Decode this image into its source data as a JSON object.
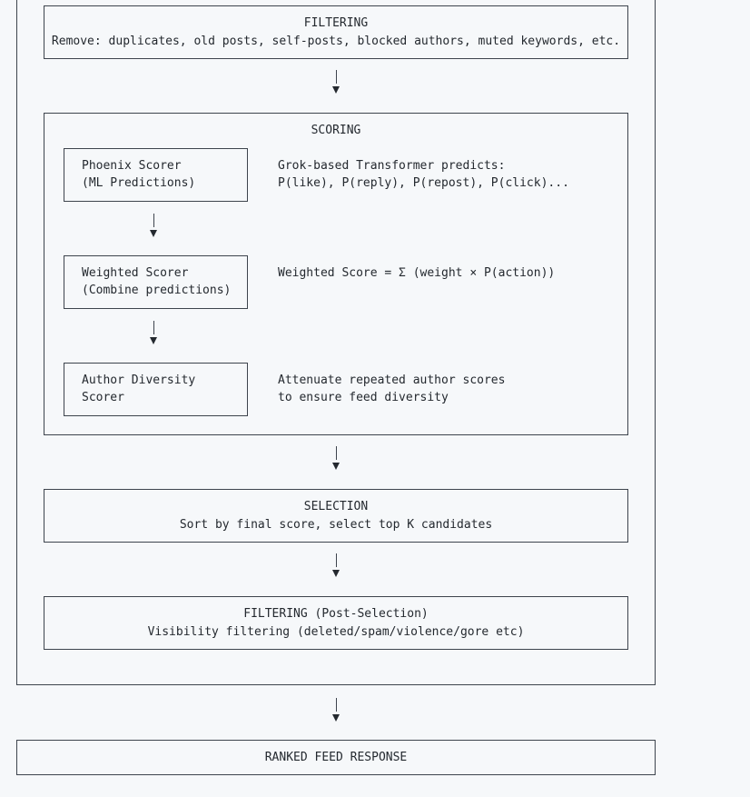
{
  "filtering": {
    "title": "FILTERING",
    "desc": "Remove: duplicates, old posts, self-posts, blocked authors, muted keywords, etc."
  },
  "scoring": {
    "title": "SCORING",
    "phoenix": {
      "label1": "Phoenix Scorer",
      "label2": "(ML Predictions)",
      "note1": "Grok-based Transformer predicts:",
      "note2": "P(like), P(reply), P(repost), P(click)..."
    },
    "weighted": {
      "label1": "Weighted Scorer",
      "label2": "(Combine predictions)",
      "note1": "Weighted Score = Σ (weight × P(action))"
    },
    "diversity": {
      "label1": "Author Diversity",
      "label2": "Scorer",
      "note1": "Attenuate repeated author scores",
      "note2": "to ensure feed diversity"
    }
  },
  "selection": {
    "title": "SELECTION",
    "desc": "Sort by final score, select top K candidates"
  },
  "post_filtering": {
    "title": "FILTERING (Post-Selection)",
    "desc": "Visibility filtering (deleted/spam/violence/gore etc)"
  },
  "response": {
    "title": "RANKED FEED RESPONSE"
  }
}
